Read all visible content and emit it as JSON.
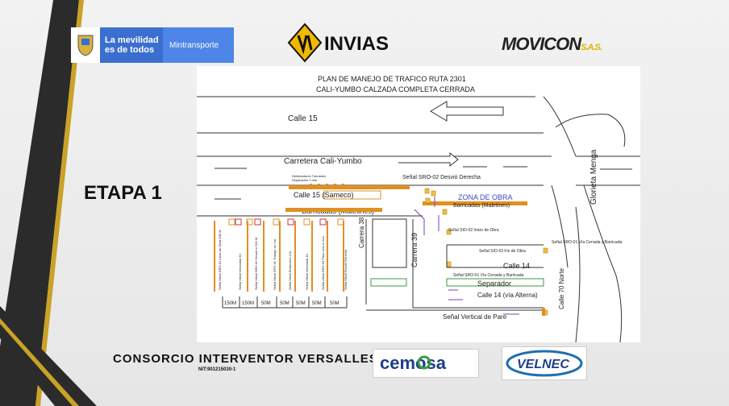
{
  "logos": {
    "gov_line1": "La mevilidad",
    "gov_line2": "es de todos",
    "ministry": "Mintransporte",
    "invias": "INVIAS",
    "movicon": "MOVICON",
    "movicon_suffix": "S.A.S.",
    "cemosa": "cemosa",
    "velnec": "VELNEC"
  },
  "stage": "ETAPA 1",
  "map": {
    "title_line1": "PLAN DE MANEJO DE TRAFICO RUTA 2301",
    "title_line2": "CALI-YUMBO CALZADA COMPLETA CERRADA",
    "calle15": "Calle 15",
    "carretera": "Carretera Cali-Yumbo",
    "delineadores": "Delineadores Tubulares",
    "separacion": "Separación 3 mts",
    "calle15_sameco": "Calle 15 (Sameco)",
    "barricadas_maletines": "Barricadas (Maletines)",
    "senal_sro02": "Señal SRO-02 Desvió Derecha",
    "zona_obra": "ZONA DE OBRA",
    "barricadas_maletines2": "Barricadas (Maletines)",
    "glorieta": "Glorieta Menga",
    "carrera38": "Carrera 38",
    "carrera39": "Carrera 39",
    "senal_sio02": "Señal SIO-02 Inicio de Obra",
    "senal_sio03": "Señal SIO-03 Fin de Obra",
    "senal_sro01_right": "Señal SRO-01 Vía Cerrada y Barricada",
    "calle14": "Calle 14",
    "senal_sro01_bottom": "Señal SRO-01 Vía Cerrada y Barricada",
    "separador": "Separador",
    "calle14_alterna": "Calle 14 (vía Alterna)",
    "calle70": "Calle 70 Norte",
    "senal_pare": "Señal Vertical de Pare",
    "vertical_signs": [
      "Señal Móvil SRO-01 Inicio de Obra 500 M",
      "Señal Móvil Velocidad 30",
      "Señal Móvil SRO-02 Desvió a 200 M",
      "Señal Móvil SPO-01 Trabajo en Vía",
      "Señal Móvil Reducción Vía",
      "Señal Móvil Velocidad 30",
      "Señal Móvil SRO-03 Paso Uno a Uno",
      "Señal Móvil Desvió Derecha"
    ],
    "distances": [
      "150M",
      "150M",
      "50M",
      "50M",
      "50M",
      "50M",
      "50M"
    ]
  },
  "footer": {
    "consorcio": "CONSORCIO INTERVENTOR VERSALLES",
    "nit": "NIT:901215030-1"
  },
  "colors": {
    "stripe_dark": "#2b2b2b",
    "stripe_gold": "#c9a227",
    "gov_blue": "#3a6fd0",
    "map_orange": "#e09020",
    "map_purple": "#7a3fb0",
    "map_green": "#3c9a3c"
  }
}
